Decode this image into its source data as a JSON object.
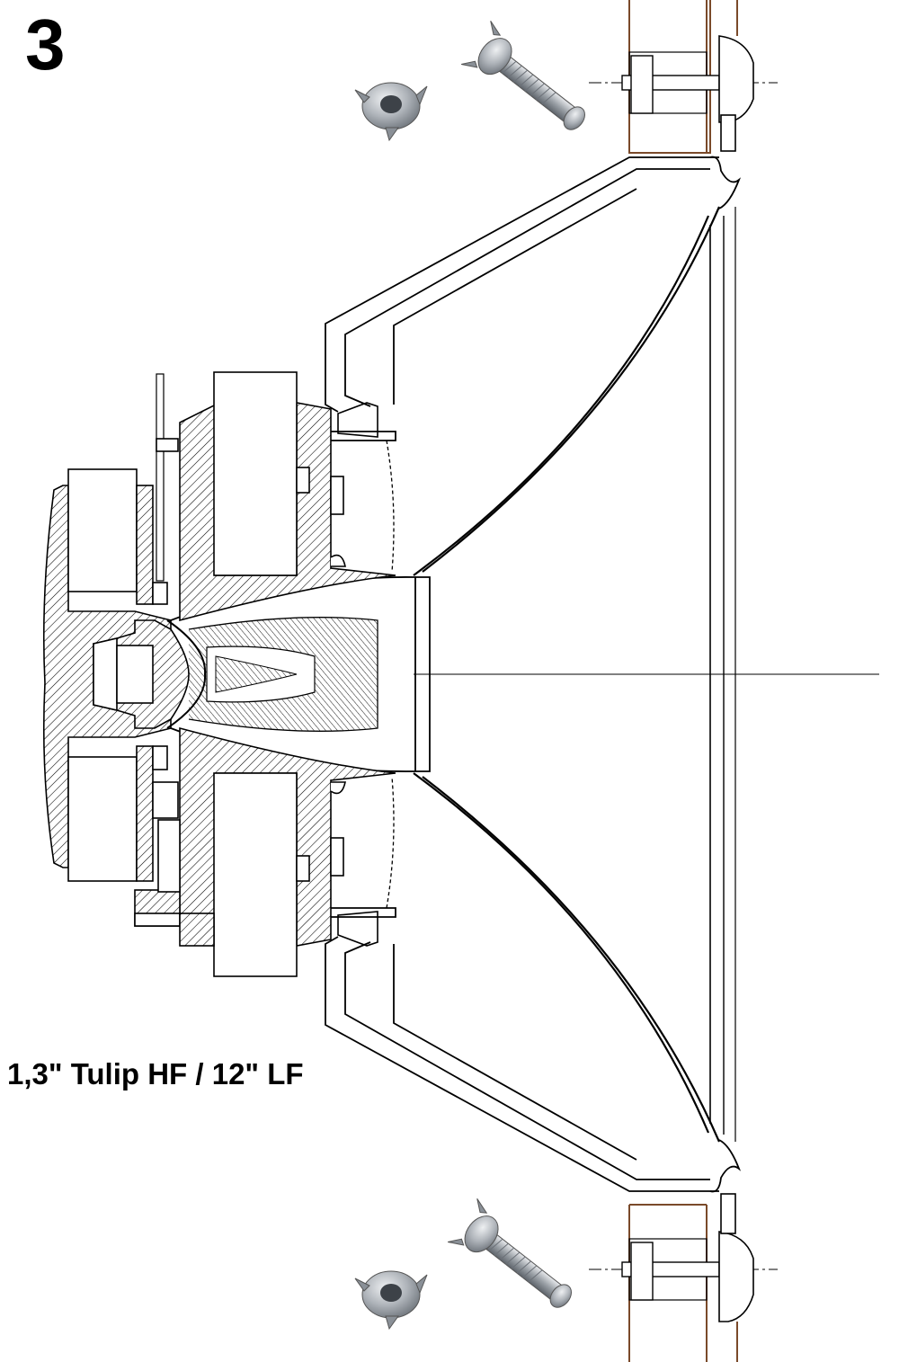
{
  "figure": {
    "page_number": "3",
    "caption": "1,3\" Tulip HF / 12\" LF"
  },
  "colors": {
    "line": "#000000",
    "hatch_fill": "#ffffff",
    "baffle_wood": "#7a4a2a",
    "nut_metal": "#b9bec4"
  },
  "parts": [
    "t-nut-icon",
    "bolt-icon",
    "baffle-board",
    "speaker-basket",
    "lf-cone",
    "lf-magnet",
    "hf-driver",
    "tulip-waveguide",
    "mounting-bolt"
  ]
}
